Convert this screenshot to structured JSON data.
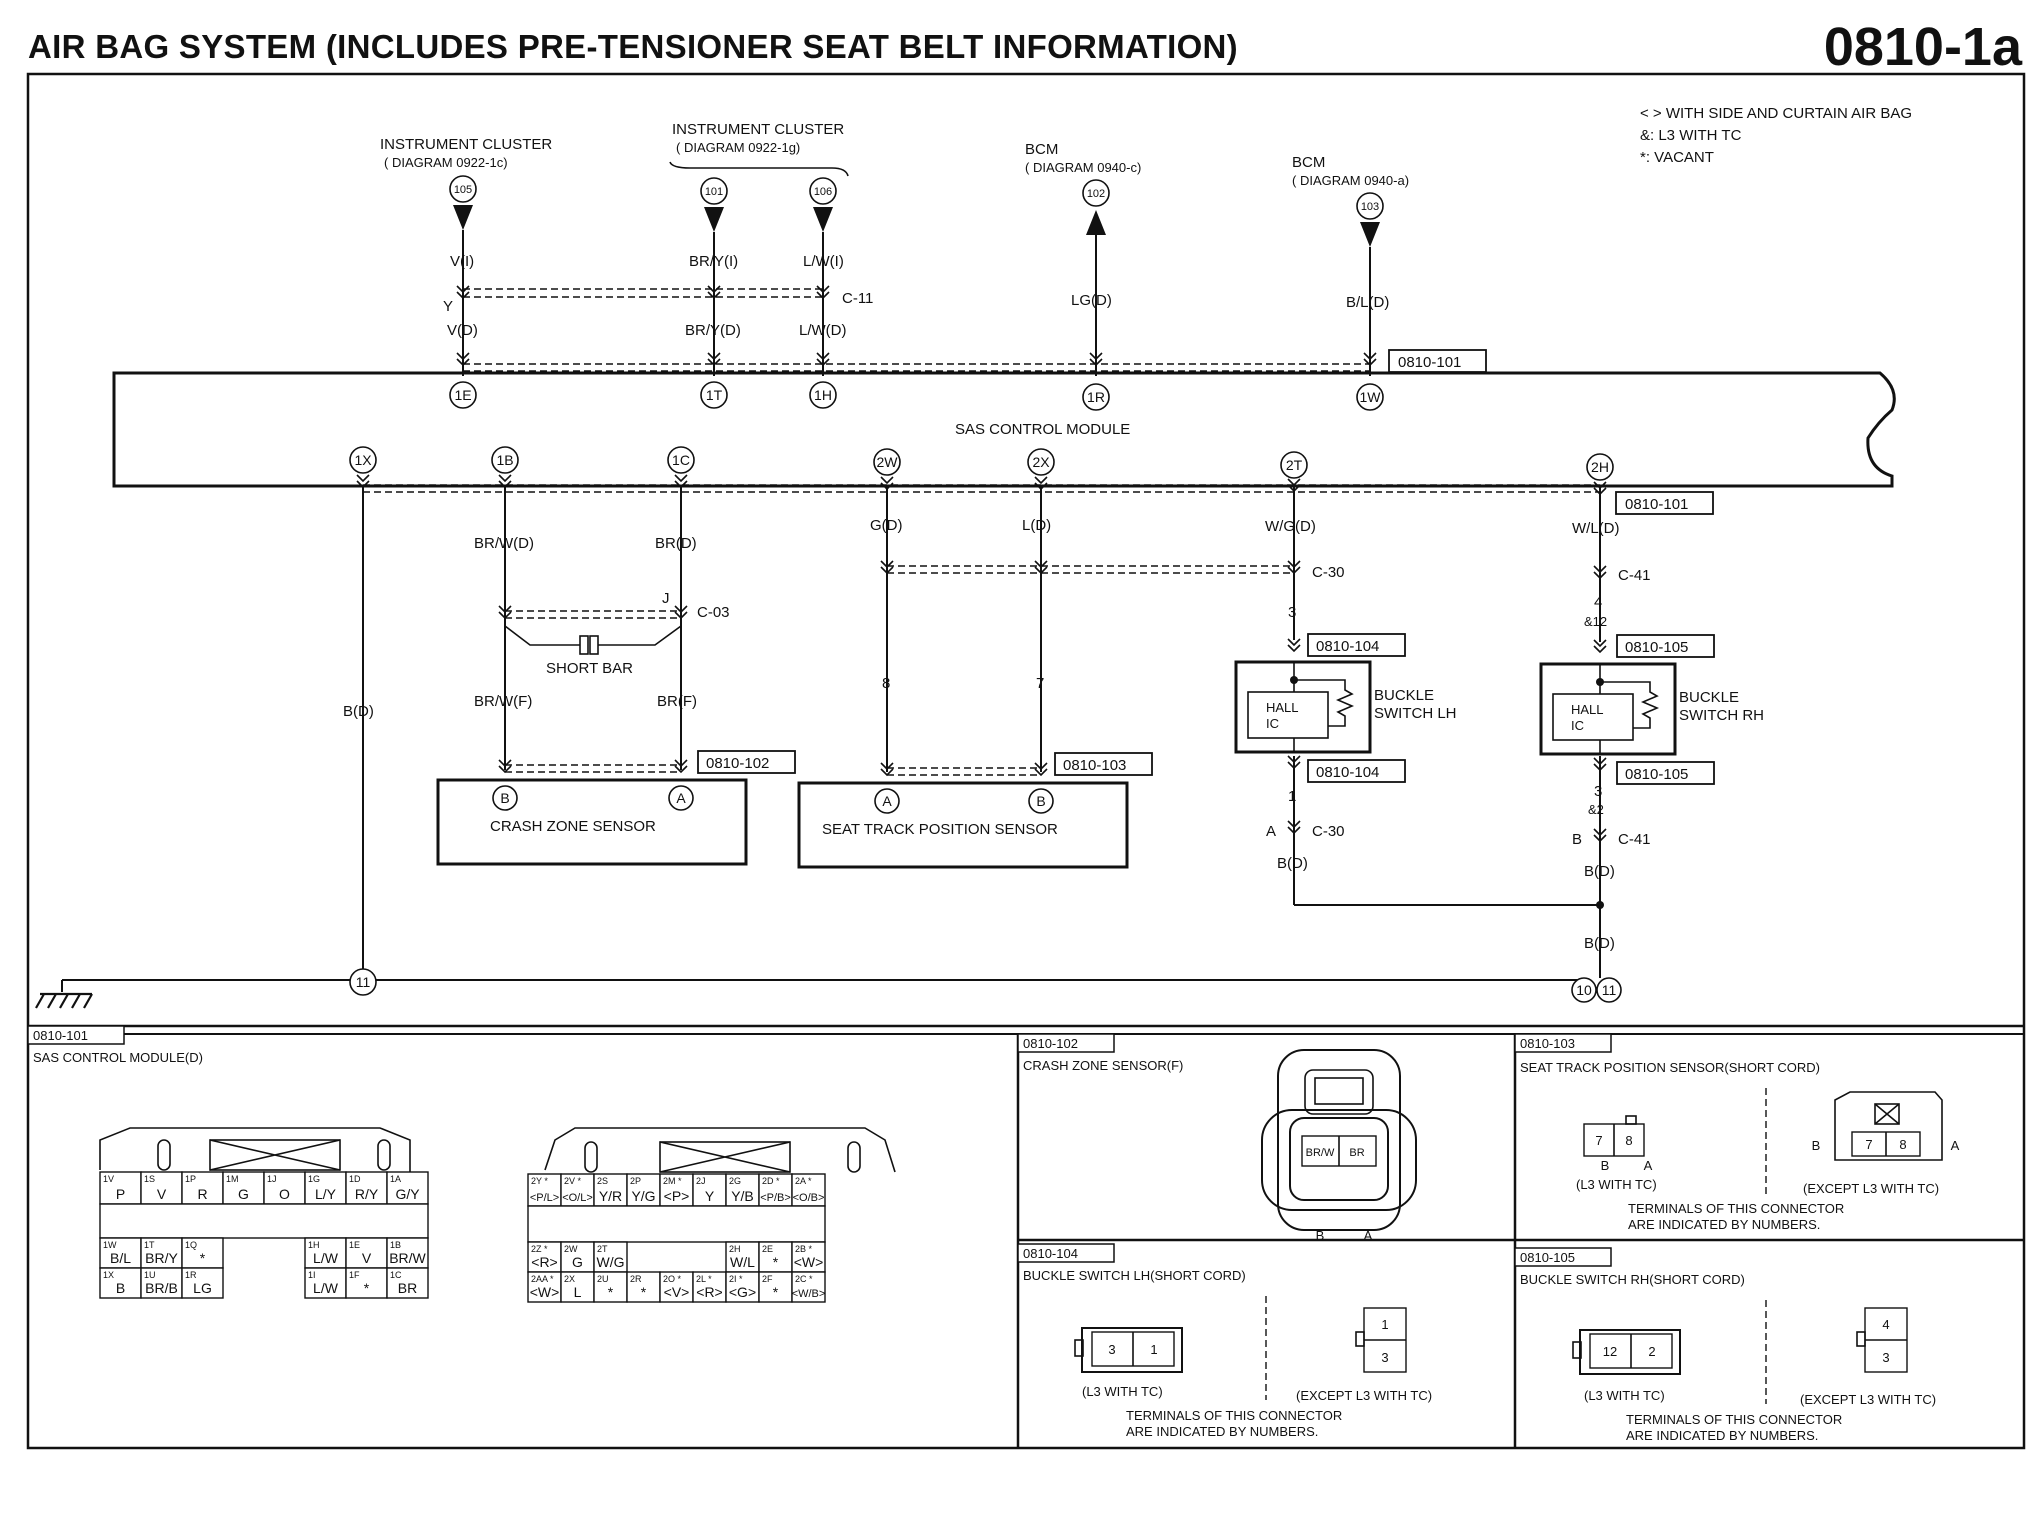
{
  "header": {
    "title": "AIR BAG SYSTEM (INCLUDES PRE-TENSIONER SEAT BELT INFORMATION)",
    "code": "0810-1a"
  },
  "legend": [
    "< > WITH SIDE AND CURTAIN AIR BAG",
    "&: L3 WITH TC",
    "*: VACANT"
  ],
  "sources": {
    "ic1": {
      "name": "INSTRUMENT CLUSTER",
      "ref": "( DIAGRAM 0922-1c)"
    },
    "ic2": {
      "name": "INSTRUMENT CLUSTER",
      "ref": "( DIAGRAM 0922-1g)"
    },
    "bcm1": {
      "name": "BCM",
      "ref": "( DIAGRAM 0940-c)"
    },
    "bcm2": {
      "name": "BCM",
      "ref": "( DIAGRAM 0940-a)"
    }
  },
  "connections": {
    "c105": "105",
    "c101": "101",
    "c106": "106",
    "c102": "102",
    "c103": "103"
  },
  "top_wires": {
    "w1a": "V(I)",
    "w1mid": "Y",
    "w1b": "V(D)",
    "w2a": "BR/Y(I)",
    "w2b": "BR/Y(D)",
    "w3a": "L/W(I)",
    "w3b": "L/W(D)",
    "c11": "C-11",
    "w4": "LG(D)",
    "w5": "B/L(D)",
    "ref_top": "0810-101"
  },
  "module": {
    "name": "SAS CONTROL MODULE",
    "top_pins": [
      "1E",
      "1T",
      "1H",
      "1R",
      "1W"
    ],
    "bottom_pins": [
      "1X",
      "1B",
      "1C",
      "2W",
      "2X",
      "2T",
      "2H"
    ],
    "ref_bottom": "0810-101"
  },
  "lower_wires": {
    "bd1x": "B(D)",
    "brw_d": "BR/W(D)",
    "br_d": "BR(D)",
    "c03": "C-03",
    "j": "J",
    "short_bar": "SHORT BAR",
    "brw_f": "BR/W(F)",
    "br_f": "BR(F)",
    "g_d": "G(D)",
    "l_d": "L(D)",
    "n8": "8",
    "n7": "7",
    "wg_d": "W/G(D)",
    "c30": "C-30",
    "n3": "3",
    "wl_d": "W/L(D)",
    "c41": "C-41",
    "n4": "4",
    "a12": "&12",
    "n1": "1",
    "a_lbl": "A",
    "c30b": "C-30",
    "bd_lh": "B(D)",
    "n3r": "3",
    "a2": "&2",
    "b_lbl": "B",
    "c41b": "C-41",
    "bd_rh": "B(D)",
    "bd_join": "B(D)",
    "g11": "11",
    "g10": "10",
    "g11b": "11"
  },
  "components": {
    "crash": {
      "name": "CRASH ZONE SENSOR",
      "pin_b": "B",
      "pin_a": "A",
      "ref": "0810-102"
    },
    "seat": {
      "name": "SEAT TRACK POSITION SENSOR",
      "pin_a": "A",
      "pin_b": "B",
      "ref": "0810-103"
    },
    "buckle_lh": {
      "name1": "BUCKLE",
      "name2": "SWITCH LH",
      "ic1": "HALL",
      "ic2": "IC",
      "ref1": "0810-104",
      "ref2": "0810-104"
    },
    "buckle_rh": {
      "name1": "BUCKLE",
      "name2": "SWITCH RH",
      "ic1": "HALL",
      "ic2": "IC",
      "ref1": "0810-105",
      "ref2": "0810-105"
    }
  },
  "panels": {
    "p101": {
      "code": "0810-101",
      "title": "SAS CONTROL MODULE(D)",
      "left_row1": [
        [
          "1V",
          "P"
        ],
        [
          "1S",
          "V"
        ],
        [
          "1P",
          "R"
        ],
        [
          "1M",
          "G"
        ],
        [
          "1J",
          "O"
        ],
        [
          "1G",
          "L/Y"
        ],
        [
          "1D",
          "R/Y"
        ],
        [
          "1A",
          "G/Y"
        ]
      ],
      "left_row3a": [
        [
          "1W",
          "B/L"
        ],
        [
          "1T",
          "BR/Y"
        ],
        [
          "1Q",
          "*"
        ]
      ],
      "left_row3b": [
        [
          "1H",
          "L/W"
        ],
        [
          "1E",
          "V"
        ],
        [
          "1B",
          "BR/W"
        ]
      ],
      "left_row4a": [
        [
          "1X",
          "B"
        ],
        [
          "1U",
          "BR/B"
        ],
        [
          "1R",
          "LG"
        ]
      ],
      "left_row4b": [
        [
          "1I",
          "L/W"
        ],
        [
          "1F",
          "*"
        ],
        [
          "1C",
          "BR"
        ]
      ],
      "right_row1": [
        [
          "2Y *",
          "<P/L>"
        ],
        [
          "2V *",
          "<O/L>"
        ],
        [
          "2S",
          "Y/R"
        ],
        [
          "2P",
          "Y/G"
        ],
        [
          "2M *",
          "<P>"
        ],
        [
          "2J",
          "Y"
        ],
        [
          "2G",
          "Y/B"
        ],
        [
          "2D *",
          "<P/B>"
        ],
        [
          "2A *",
          "<O/B>"
        ]
      ],
      "right_row3a": [
        [
          "2Z *",
          "<R>"
        ],
        [
          "2W",
          "G"
        ],
        [
          "2T",
          "W/G"
        ]
      ],
      "right_row3b": [
        [
          "2H",
          "W/L"
        ],
        [
          "2E",
          "*"
        ],
        [
          "2B *",
          "<W>"
        ]
      ],
      "right_row4": [
        [
          "2AA *",
          "<W>"
        ],
        [
          "2X",
          "L"
        ],
        [
          "2U",
          "*"
        ],
        [
          "2R",
          "*"
        ],
        [
          "2O *",
          "<V>"
        ],
        [
          "2L *",
          "<R>"
        ],
        [
          "2I *",
          "<G>"
        ],
        [
          "2F",
          "*"
        ],
        [
          "2C *",
          "<W/B>"
        ]
      ]
    },
    "p102": {
      "code": "0810-102",
      "title": "CRASH ZONE SENSOR(F)",
      "t1": "BR/W",
      "t2": "BR",
      "lb": "B",
      "la": "A"
    },
    "p103": {
      "code": "0810-103",
      "title": "SEAT TRACK POSITION SENSOR(SHORT CORD)",
      "t7": "7",
      "t8": "8",
      "lb": "B",
      "la": "A",
      "cap1": "(L3 WITH TC)",
      "cap2": "(EXCEPT L3 WITH TC)",
      "r7": "7",
      "r8": "8",
      "rb": "B",
      "ra": "A",
      "note1": "TERMINALS OF THIS CONNECTOR",
      "note2": "ARE INDICATED BY NUMBERS."
    },
    "p104": {
      "code": "0810-104",
      "title": "BUCKLE SWITCH LH(SHORT CORD)",
      "t3": "3",
      "t1": "1",
      "r1": "1",
      "r3": "3",
      "cap1": "(L3 WITH TC)",
      "cap2": "(EXCEPT L3 WITH TC)",
      "note1": "TERMINALS OF THIS CONNECTOR",
      "note2": "ARE INDICATED BY NUMBERS."
    },
    "p105": {
      "code": "0810-105",
      "title": "BUCKLE SWITCH RH(SHORT CORD)",
      "t12": "12",
      "t2": "2",
      "r4": "4",
      "r3": "3",
      "cap1": "(L3 WITH TC)",
      "cap2": "(EXCEPT L3 WITH TC)",
      "note1": "TERMINALS OF THIS CONNECTOR",
      "note2": "ARE INDICATED BY NUMBERS."
    }
  }
}
